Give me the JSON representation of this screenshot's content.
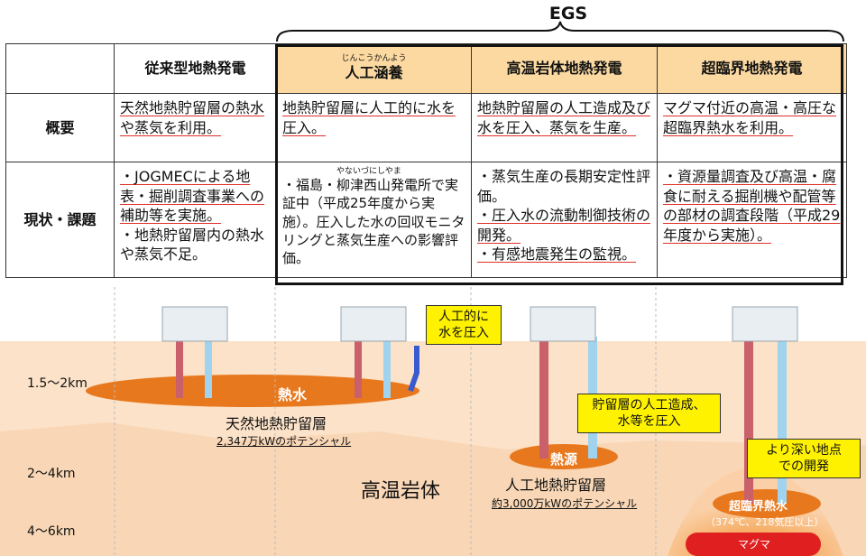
{
  "egs_label": "EGS",
  "table": {
    "headers": {
      "conventional": "従来型地熱発電",
      "artificial_ruby": "じんこうかんよう",
      "artificial": "人工涵養",
      "hot_rock": "高温岩体地熱発電",
      "supercritical": "超臨界地熱発電"
    },
    "rows": {
      "overview_label": "概要",
      "status_label": "現状・課題"
    },
    "overview": {
      "conventional": "天然地熱貯留層の熱水や蒸気を利用。",
      "artificial": "地熱貯留層に人工的に水を圧入。",
      "hot_rock": "地熱貯留層の人工造成及び水を圧入、蒸気を生産。",
      "supercritical": "マグマ付近の高温・高圧な超臨界熱水を利用。"
    },
    "status": {
      "conventional_1": "・JOGMECによる地表・掘削調査事業への補助等を実施。",
      "conventional_2": "・地熱貯留層内の熱水や蒸気不足。",
      "artificial_ruby": "やないづにしやま",
      "artificial_1": "・福島・柳津西山発電所で実証中（平成25年度から実施）。圧入した水の回収モニタリングと蒸気生産への影響評価。",
      "hot_rock_1": "・蒸気生産の長期安定性評価。",
      "hot_rock_2": "・圧入水の流動制御技術の開発。",
      "hot_rock_3": "・有感地震発生の監視。",
      "supercritical_1": "・資源量調査及び高温・腐食に耐える掘削機や配管等の部材の調査段階（平成29年度から実施）。"
    }
  },
  "diagram": {
    "depths": [
      "1.5～2km",
      "2～4km",
      "4～6km"
    ],
    "hot_water": "熱水",
    "natural_reservoir": "天然地熱貯留層",
    "natural_potential": "2,347万kWのポテンシャル",
    "hot_rock_body": "高温岩体",
    "heat_source": "熱源",
    "artificial_reservoir": "人工地熱貯留層",
    "artificial_potential": "約3,000万kWのポテンシャル",
    "supercritical_water": "超臨界熱水",
    "supercritical_cond": "（374℃、218気圧以上）",
    "magma": "マグマ",
    "callout_inject": "人工的に\n水を圧入",
    "callout_reservoir": "貯留層の人工造成、\n水等を圧入",
    "callout_deeper": "より深い地点\nでの開発"
  },
  "colors": {
    "header_egs": "#fbd9a1",
    "ground": "#fbe2c8",
    "reservoir": "#e8781e",
    "magma": "#e02020",
    "callout": "#fff200",
    "pipe_red": "#c9606a",
    "pipe_blue": "#9fd3ee"
  }
}
